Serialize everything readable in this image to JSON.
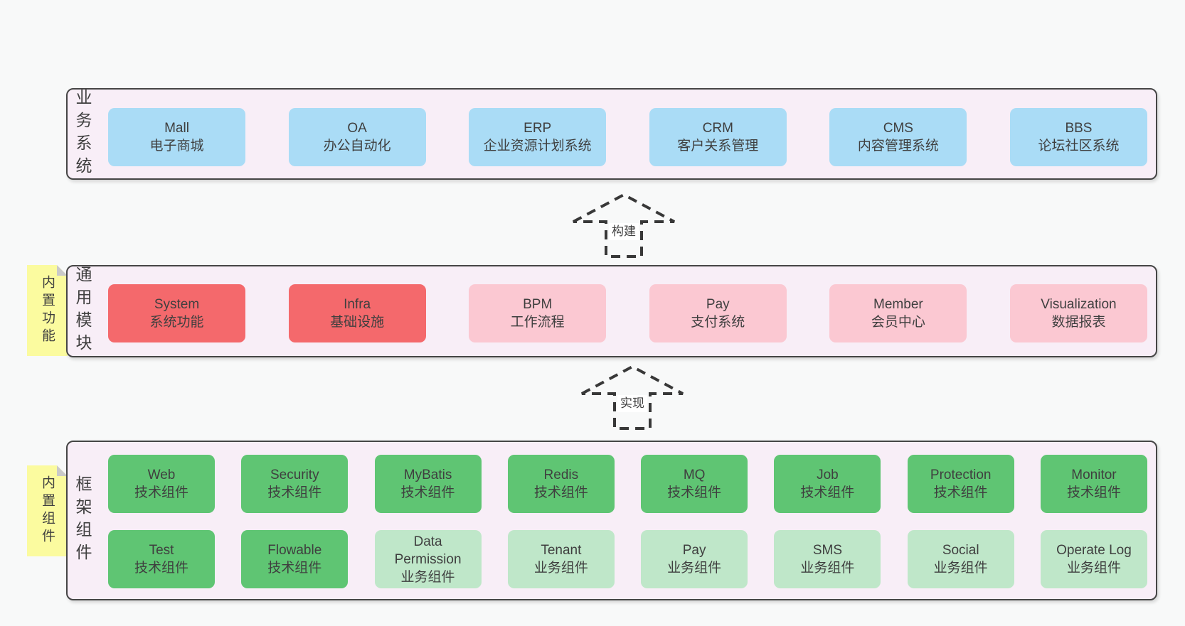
{
  "colors": {
    "page_bg": "#f8f9f9",
    "panel_bg": "#f8eef7",
    "panel_border": "#454545",
    "blue": "#aadcf6",
    "red": "#f4696c",
    "pink": "#fbc8d2",
    "green": "#5fc573",
    "green_light": "#bfe7c9",
    "sticky_yellow": "#fbfb9f",
    "sticky_fold": "#c9c9c9",
    "text": "#3f3f3f",
    "arrow": "#383838"
  },
  "arrows": [
    {
      "label": "构建"
    },
    {
      "label": "实现"
    }
  ],
  "layers": [
    {
      "label": "业务系统",
      "rows": [
        [
          {
            "title": "Mall",
            "subtitle": "电子商城",
            "type": "blue"
          },
          {
            "title": "OA",
            "subtitle": "办公自动化",
            "type": "blue"
          },
          {
            "title": "ERP",
            "subtitle": "企业资源计划系统",
            "type": "blue"
          },
          {
            "title": "CRM",
            "subtitle": "客户关系管理",
            "type": "blue"
          },
          {
            "title": "CMS",
            "subtitle": "内容管理系统",
            "type": "blue"
          },
          {
            "title": "BBS",
            "subtitle": "论坛社区系统",
            "type": "blue"
          }
        ]
      ]
    },
    {
      "label": "通用模块",
      "sticky": "内置功能",
      "rows": [
        [
          {
            "title": "System",
            "subtitle": "系统功能",
            "type": "red"
          },
          {
            "title": "Infra",
            "subtitle": "基础设施",
            "type": "red"
          },
          {
            "title": "BPM",
            "subtitle": "工作流程",
            "type": "pink"
          },
          {
            "title": "Pay",
            "subtitle": "支付系统",
            "type": "pink"
          },
          {
            "title": "Member",
            "subtitle": "会员中心",
            "type": "pink"
          },
          {
            "title": "Visualization",
            "subtitle": "数据报表",
            "type": "pink"
          }
        ]
      ]
    },
    {
      "label": "框架组件",
      "sticky": "内置组件",
      "rows": [
        [
          {
            "title": "Web",
            "subtitle": "技术组件",
            "type": "green"
          },
          {
            "title": "Security",
            "subtitle": "技术组件",
            "type": "green"
          },
          {
            "title": "MyBatis",
            "subtitle": "技术组件",
            "type": "green"
          },
          {
            "title": "Redis",
            "subtitle": "技术组件",
            "type": "green"
          },
          {
            "title": "MQ",
            "subtitle": "技术组件",
            "type": "green"
          },
          {
            "title": "Job",
            "subtitle": "技术组件",
            "type": "green"
          },
          {
            "title": "Protection",
            "subtitle": "技术组件",
            "type": "green"
          },
          {
            "title": "Monitor",
            "subtitle": "技术组件",
            "type": "green"
          }
        ],
        [
          {
            "title": "Test",
            "subtitle": "技术组件",
            "type": "green"
          },
          {
            "title": "Flowable",
            "subtitle": "技术组件",
            "type": "green"
          },
          {
            "title": "Data Permission",
            "subtitle": "业务组件",
            "type": "green-light"
          },
          {
            "title": "Tenant",
            "subtitle": "业务组件",
            "type": "green-light"
          },
          {
            "title": "Pay",
            "subtitle": "业务组件",
            "type": "green-light"
          },
          {
            "title": "SMS",
            "subtitle": "业务组件",
            "type": "green-light"
          },
          {
            "title": "Social",
            "subtitle": "业务组件",
            "type": "green-light"
          },
          {
            "title": "Operate Log",
            "subtitle": "业务组件",
            "type": "green-light"
          }
        ]
      ]
    }
  ]
}
